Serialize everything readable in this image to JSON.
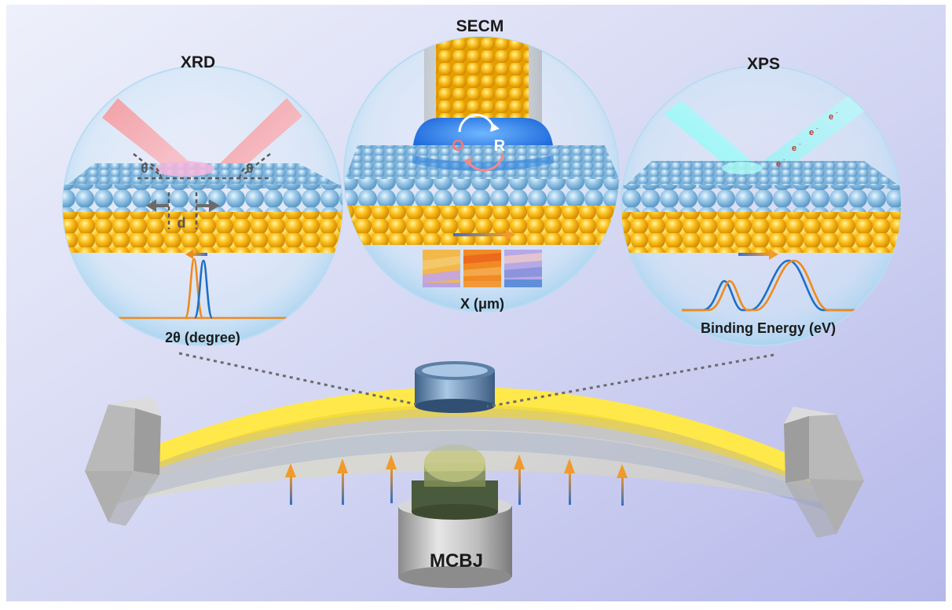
{
  "panels": {
    "xrd": {
      "title": "XRD",
      "axis_label": "2θ (degree)",
      "angle_symbol": "θ",
      "spacing_symbol": "d"
    },
    "secm": {
      "title": "SECM",
      "axis_label": "X (μm)",
      "oxidized_symbol": "O",
      "reduced_symbol": "R"
    },
    "xps": {
      "title": "XPS",
      "axis_label": "Binding Energy (eV)",
      "electron_symbol": "e"
    }
  },
  "device": {
    "label": "MCBJ"
  },
  "colors": {
    "gold": "#f5b81c",
    "blue_sphere": "#8fc3e6",
    "substrate_yellow": "#ffe84a",
    "orange_curve": "#f08a1c",
    "blue_curve": "#1f6fc4",
    "background": "#c9cdee"
  },
  "icons": [
    "arrow-left-icon",
    "arrow-right-icon",
    "cycle-arrows-icon",
    "gradient-arrow-icon",
    "strain-arrow-icon"
  ]
}
